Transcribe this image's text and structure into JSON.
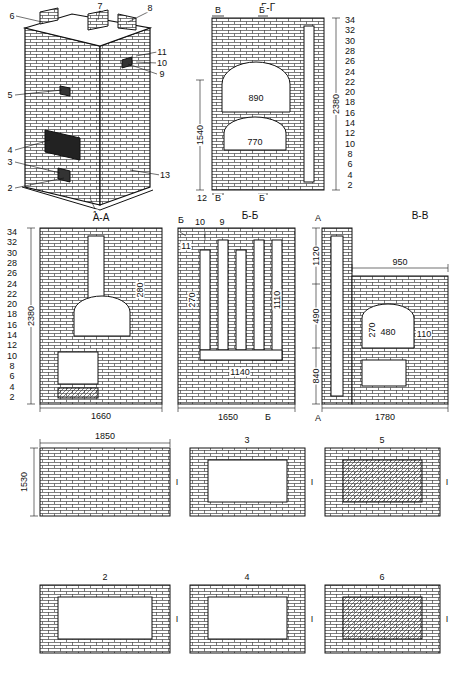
{
  "diagram": {
    "labels": [
      "6",
      "7",
      "8",
      "11",
      "10",
      "9",
      "5",
      "4",
      "3",
      "2",
      "1",
      "13",
      "Г-Г",
      "В",
      "Б",
      "890",
      "770",
      "1540",
      "2380",
      "12",
      "В",
      "Б",
      "34",
      "32",
      "30",
      "28",
      "26",
      "24",
      "22",
      "20",
      "18",
      "16",
      "14",
      "12",
      "10",
      "8",
      "6",
      "4",
      "2",
      "А-А",
      "280",
      "2380",
      "1660",
      "34",
      "32",
      "30",
      "28",
      "26",
      "24",
      "22",
      "20",
      "18",
      "16",
      "14",
      "12",
      "10",
      "8",
      "6",
      "4",
      "2",
      "Б-Б",
      "Б",
      "10",
      "9",
      "11",
      "270",
      "1140",
      "1110",
      "1650",
      "Б",
      "В-В",
      "А",
      "1120",
      "950",
      "490",
      "270",
      "480",
      "110",
      "840",
      "1780",
      "А",
      "1850",
      "1530",
      "3",
      "5",
      "2",
      "4",
      "6",
      "I",
      "I",
      "I",
      "I",
      "I",
      "I"
    ]
  }
}
